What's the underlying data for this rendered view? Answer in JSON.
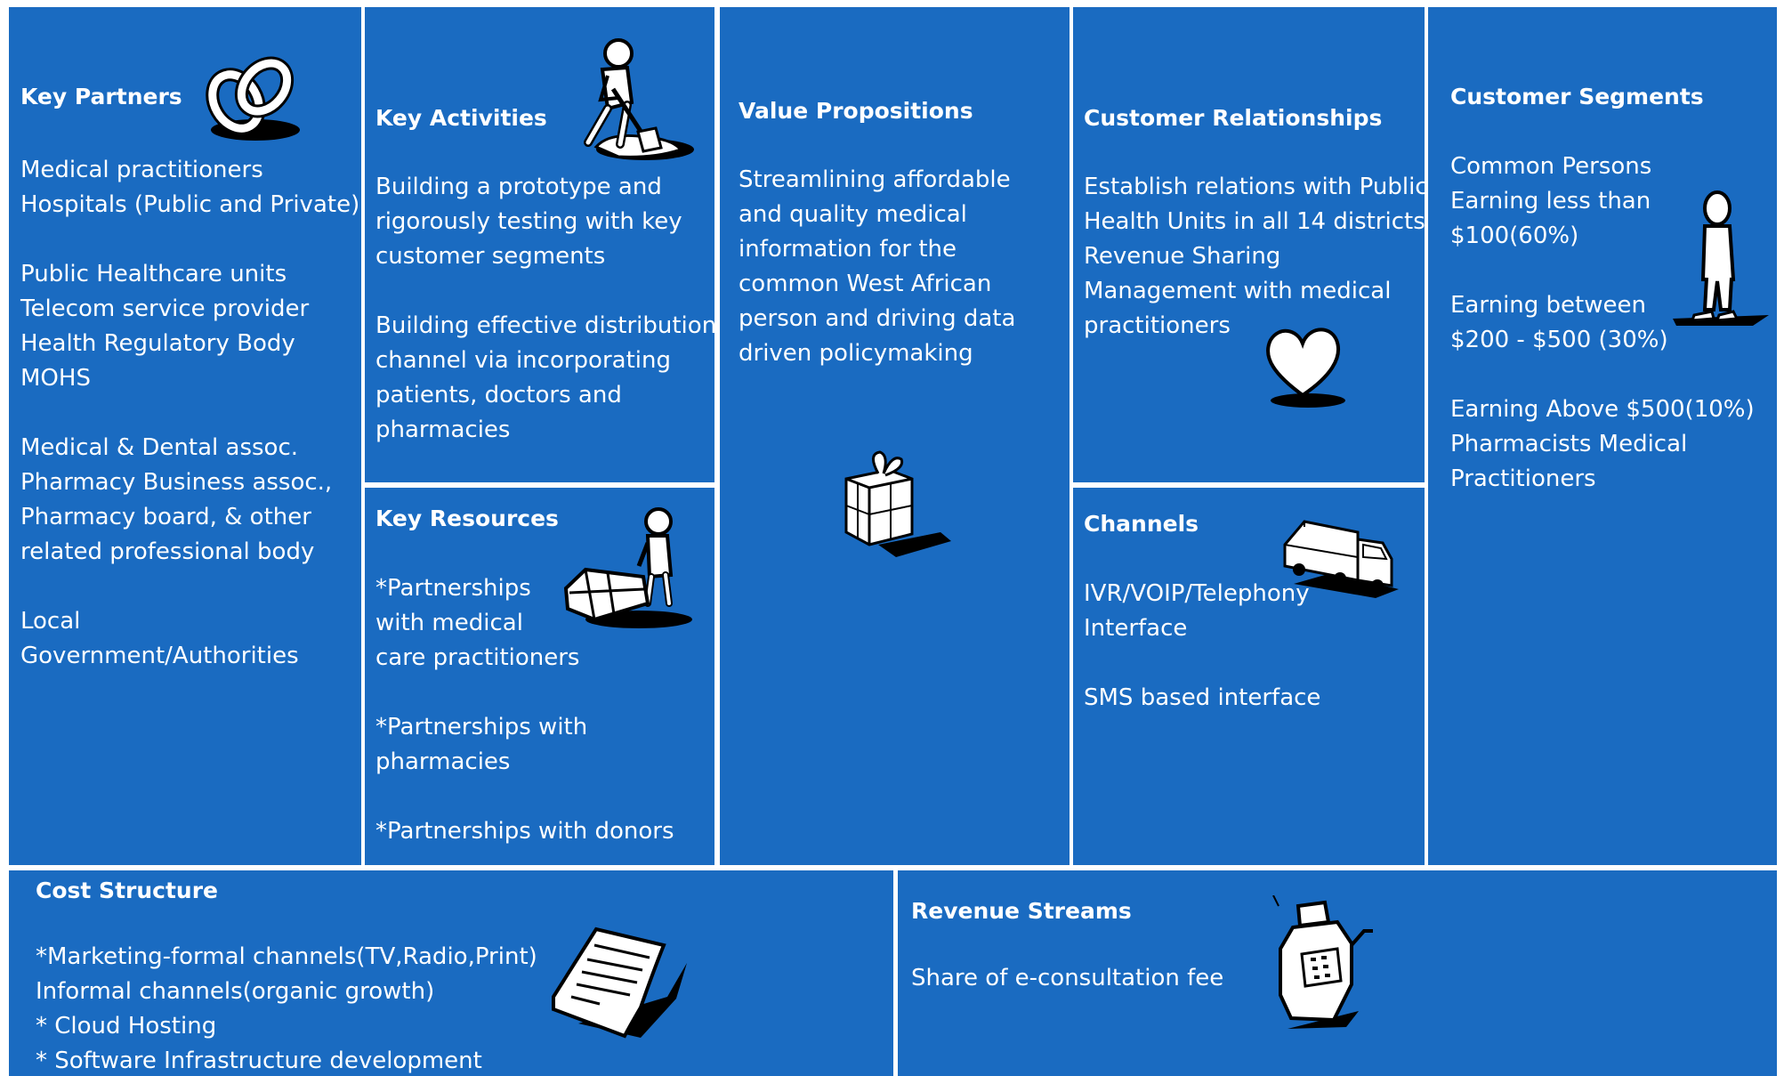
{
  "key_partners": {
    "title": "Key Partners",
    "lines": [
      "Medical practitioners",
      "Hospitals (Public and Private)",
      "",
      "Public Healthcare units",
      "Telecom service provider",
      "Health Regulatory Body",
      "MOHS",
      "",
      "Medical & Dental assoc.",
      "Pharmacy Business assoc.,",
      "Pharmacy board, & other",
      "related professional body",
      "",
      "Local",
      "Government/Authorities"
    ],
    "icon": "chain-link-icon"
  },
  "key_activities": {
    "title": "Key Activities",
    "lines": [
      "Building a prototype and",
      "rigorously testing with key",
      "customer segments",
      "",
      "Building effective distribution",
      "channel via incorporating",
      "patients, doctors and",
      "pharmacies"
    ],
    "icon": "digging-person-icon"
  },
  "key_resources": {
    "title": "Key Resources",
    "lines": [
      "*Partnerships",
      "with medical",
      "care practitioners",
      "",
      "*Partnerships with",
      "pharmacies",
      "",
      "*Partnerships with donors"
    ],
    "icon": "worker-with-boxes-icon"
  },
  "value_propositions": {
    "title": "Value Propositions",
    "lines": [
      "Streamlining affordable",
      "and quality medical",
      "information for the",
      "common West African",
      "person and driving data",
      "driven policymaking"
    ],
    "icon": "gift-box-icon"
  },
  "customer_relationships": {
    "title": "Customer Relationships",
    "lines": [
      "Establish relations with Public",
      "Health Units in all 14 districts",
      "Revenue Sharing",
      "Management with medical",
      "practitioners"
    ],
    "icon": "heart-icon"
  },
  "channels": {
    "title": "Channels",
    "lines": [
      "IVR/VOIP/Telephony",
      "Interface",
      "",
      "SMS based interface"
    ],
    "icon": "truck-icon"
  },
  "customer_segments": {
    "title": "Customer Segments",
    "lines": [
      "Common Persons",
      "Earning less than",
      "$100(60%)",
      "",
      "Earning between",
      "$200 - $500 (30%)",
      "",
      "Earning Above $500(10%)",
      "Pharmacists Medical",
      "Practitioners"
    ],
    "icon": "standing-person-icon"
  },
  "cost_structure": {
    "title": "Cost Structure",
    "lines": [
      "*Marketing-formal channels(TV,Radio,Print)",
      "Informal channels(organic growth)",
      "* Cloud Hosting",
      "* Software Infrastructure development"
    ],
    "icon": "document-icon"
  },
  "revenue_streams": {
    "title": "Revenue Streams",
    "lines": [
      "Share of e-consultation fee"
    ],
    "icon": "cash-register-icon"
  },
  "colors": {
    "block": "#1a6bc1",
    "border": "#ffffff",
    "text": "#ffffff"
  }
}
